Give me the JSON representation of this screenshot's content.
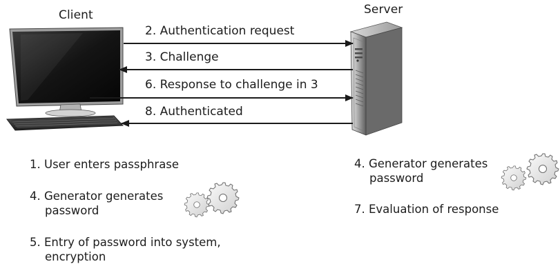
{
  "nodes": {
    "client": {
      "label": "Client"
    },
    "server": {
      "label": "Server"
    }
  },
  "messages": [
    {
      "text": "2. Authentication request",
      "direction": "client-to-server"
    },
    {
      "text": "3. Challenge",
      "direction": "server-to-client"
    },
    {
      "text": "6. Response to challenge in 3",
      "direction": "client-to-server"
    },
    {
      "text": "8. Authenticated",
      "direction": "server-to-client"
    }
  ],
  "client_steps": [
    {
      "line1": "1. User enters passphrase",
      "line2": ""
    },
    {
      "line1": "4. Generator generates",
      "line2": "password"
    },
    {
      "line1": "5. Entry of password into system,",
      "line2": "encryption"
    }
  ],
  "server_steps": [
    {
      "line1": "4. Generator generates",
      "line2": "password"
    },
    {
      "line1": "7. Evaluation of response",
      "line2": ""
    }
  ],
  "icons": [
    "monitor-icon",
    "keyboard-icon",
    "server-tower-icon",
    "gears-icon"
  ]
}
